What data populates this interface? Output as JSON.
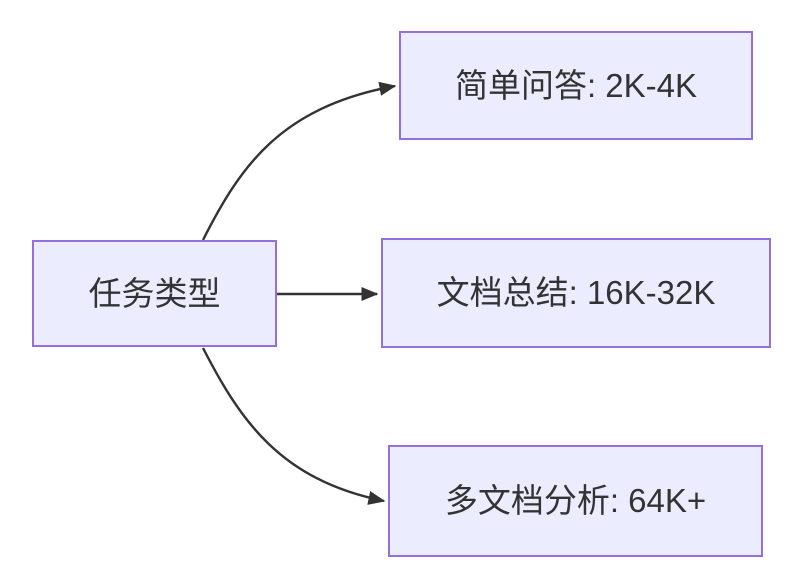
{
  "diagram": {
    "type": "flowchart",
    "direction": "LR",
    "nodes": [
      {
        "id": "task-type",
        "role": "root",
        "label": "任务类型"
      },
      {
        "id": "simple-qa",
        "role": "leaf",
        "label": "简单问答: 2K-4K"
      },
      {
        "id": "doc-summary",
        "role": "leaf",
        "label": "文档总结: 16K-32K"
      },
      {
        "id": "multi-doc-analysis",
        "role": "leaf",
        "label": "多文档分析: 64K+"
      }
    ],
    "edges": [
      {
        "from": "task-type",
        "to": "simple-qa",
        "arrow": "filled-triangle"
      },
      {
        "from": "task-type",
        "to": "doc-summary",
        "arrow": "filled-triangle"
      },
      {
        "from": "task-type",
        "to": "multi-doc-analysis",
        "arrow": "filled-triangle"
      }
    ],
    "colors": {
      "node_fill": "#ECECFF",
      "node_border": "#9370DB",
      "edge_stroke": "#333333",
      "label_text": "#333333",
      "background": "#FFFFFF"
    }
  }
}
